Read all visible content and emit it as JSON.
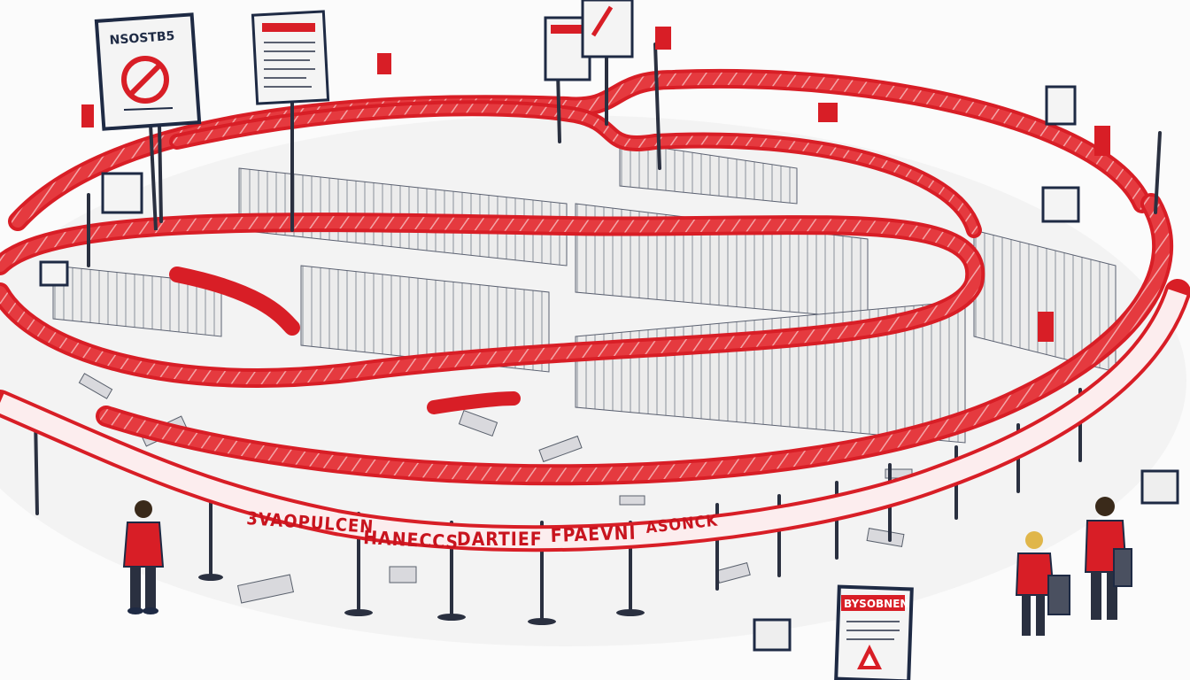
{
  "scene": {
    "background": "#fbfbfb",
    "ink": "#1e2a44",
    "tape_red": "#d81e26",
    "paper": "#f2f2f2"
  },
  "signs": {
    "top_left": "NSOSTB5",
    "lower_right": "BYSOBNEN"
  },
  "tape_labels": {
    "label_1": "3VAOPULCEN",
    "label_2": "HANECCS",
    "label_3": "DARTIEF",
    "label_4": "FPAEVNI",
    "label_5": "ASONCK"
  },
  "icons": {
    "prohibited_sign": "prohibited-icon",
    "warning_sign": "warning-triangle-icon"
  }
}
